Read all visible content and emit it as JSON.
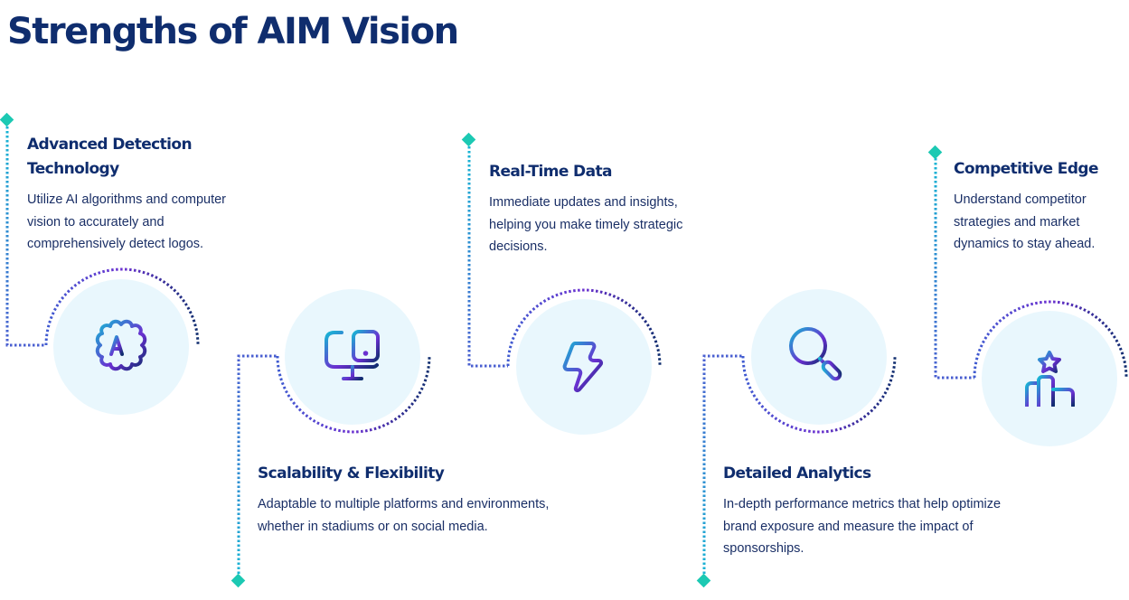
{
  "title": "Strengths of AIM Vision",
  "colors": {
    "title": "#0f2d6e",
    "text": "#1a2f66",
    "diamond": "#1cc9b3",
    "circle_fill": "#e9f7fd",
    "gradient_start": "#17b6d4",
    "gradient_mid": "#6a2fd0",
    "gradient_end": "#0f2d6e"
  },
  "items": [
    {
      "heading": "Advanced Detection Technology",
      "description": "Utilize AI algorithms and computer vision to accurately and comprehensively detect logos.",
      "icon": "ai-brain-icon"
    },
    {
      "heading": "Scalability & Flexibility",
      "description": "Adaptable to multiple platforms and environments, whether in stadiums or on social media.",
      "icon": "monitor-tablet-icon"
    },
    {
      "heading": "Real-Time Data",
      "description": "Immediate updates and insights, helping you make timely strategic decisions.",
      "icon": "lightning-icon"
    },
    {
      "heading": "Detailed Analytics",
      "description": "In-depth performance metrics that help optimize brand exposure and measure the impact of sponsorships.",
      "icon": "magnifier-icon"
    },
    {
      "heading": "Competitive Edge",
      "description": "Understand competitor strategies and market dynamics to stay ahead.",
      "icon": "podium-star-icon"
    }
  ]
}
